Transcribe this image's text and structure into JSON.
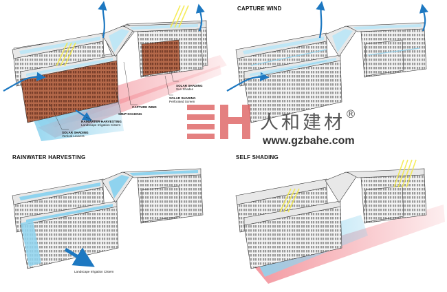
{
  "panels": {
    "top_left": {
      "title": "",
      "labels": {
        "solar_sun": {
          "title": "SOLAR SHADING",
          "sub": "Sun Shades"
        },
        "solar_perf": {
          "title": "SOLAR SHADING",
          "sub": "Perforated Screen"
        },
        "capture_wind": {
          "title": "CAPTURE WIND"
        },
        "self_shading": {
          "title": "SELF-SHADING"
        },
        "rainwater": {
          "title": "RAINWATER HARVESTING",
          "sub": "Landscape Irrigation Cistern"
        },
        "solar_vert": {
          "title": "SOLAR SHADING",
          "sub": "Vertical Louvers"
        }
      }
    },
    "top_right": {
      "title": "CAPTURE WIND"
    },
    "bottom_left": {
      "title": "RAINWATER HARVESTING",
      "cistern_label": "Landscape Irrigation Cistern"
    },
    "bottom_right": {
      "title": "SELF SHADING"
    }
  },
  "watermark": {
    "chinese": "人和建材",
    "registered": "®",
    "url": "www.gzbahe.com",
    "logo_color": "#e06a6a"
  },
  "colors": {
    "wind_arrow": "#1d78c1",
    "water_blue": "#8fd3ee",
    "heat_red": "#f28c95",
    "sun_yellow": "#f4ea4a",
    "brick": "#b5694a"
  }
}
